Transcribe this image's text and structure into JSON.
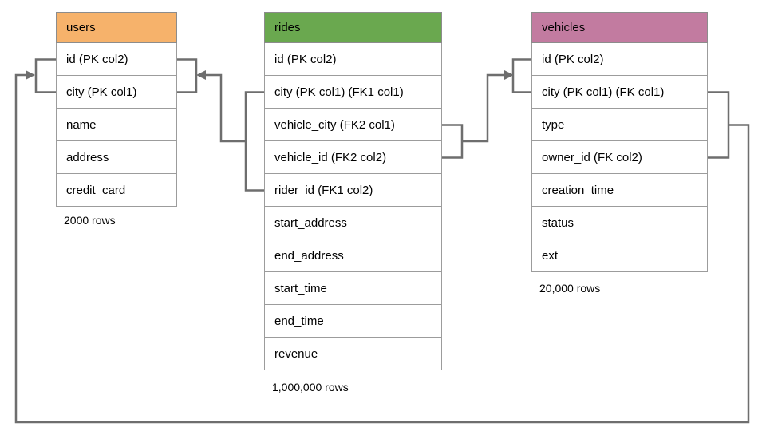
{
  "diagram": {
    "background_color": "#ffffff",
    "connector_color": "#6e6e6e",
    "tables": [
      {
        "name": "users",
        "header_color": "#f6b26b",
        "columns": [
          "id (PK col2)",
          "city (PK col1)",
          "name",
          "address",
          "credit_card"
        ],
        "rows_label": "2000 rows"
      },
      {
        "name": "rides",
        "header_color": "#6aa84f",
        "columns": [
          "id (PK col2)",
          "city (PK col1) (FK1 col1)",
          "vehicle_city (FK2 col1)",
          "vehicle_id (FK2 col2)",
          "rider_id (FK1 col2)",
          "start_address",
          "end_address",
          "start_time",
          "end_time",
          "revenue"
        ],
        "rows_label": "1,000,000 rows"
      },
      {
        "name": "vehicles",
        "header_color": "#c27ba0",
        "columns": [
          "id (PK col2)",
          "city (PK col1) (FK col1)",
          "type",
          "owner_id (FK col2)",
          "creation_time",
          "status",
          "ext"
        ],
        "rows_label": "20,000 rows"
      }
    ],
    "relationships": [
      {
        "key": "FK1",
        "from_table": "rides",
        "from_columns": [
          "city (PK col1) (FK1 col1)",
          "rider_id (FK1 col2)"
        ],
        "to_table": "users",
        "to_columns": [
          "id (PK col2)",
          "city (PK col1)"
        ]
      },
      {
        "key": "FK2",
        "from_table": "rides",
        "from_columns": [
          "vehicle_city (FK2 col1)",
          "vehicle_id (FK2 col2)"
        ],
        "to_table": "vehicles",
        "to_columns": [
          "id (PK col2)",
          "city (PK col1) (FK col1)"
        ]
      },
      {
        "key": "FK",
        "from_table": "vehicles",
        "from_columns": [
          "city (PK col1) (FK col1)",
          "owner_id (FK col2)"
        ],
        "to_table": "users",
        "to_columns": [
          "id (PK col2)",
          "city (PK col1)"
        ]
      }
    ]
  }
}
